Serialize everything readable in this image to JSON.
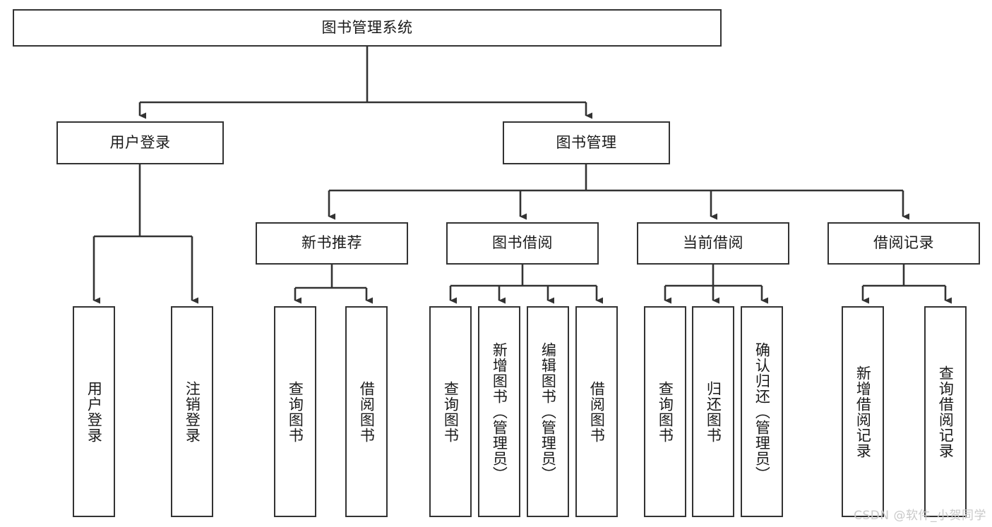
{
  "diagram": {
    "title": "图书管理系统",
    "type": "hierarchy-tree",
    "background_color": "#ffffff",
    "box_border_color": "#333333",
    "edge_color": "#333333",
    "watermark": "CSDN @软件_小贺同学"
  },
  "root": {
    "label": "图书管理系统"
  },
  "level2": [
    {
      "label": "用户登录"
    },
    {
      "label": "图书管理"
    }
  ],
  "level3": [
    {
      "label": "新书推荐"
    },
    {
      "label": "图书借阅"
    },
    {
      "label": "当前借阅"
    },
    {
      "label": "借阅记录"
    }
  ],
  "leaves": {
    "user_login": [
      {
        "label": "用户登录"
      },
      {
        "label": "注销登录"
      }
    ],
    "new_book_recommend": [
      {
        "label": "查询图书"
      },
      {
        "label": "借阅图书"
      }
    ],
    "book_borrow": [
      {
        "label": "查询图书"
      },
      {
        "label": "新增图书（管理员）"
      },
      {
        "label": "编辑图书（管理员）"
      },
      {
        "label": "借阅图书"
      }
    ],
    "current_borrow": [
      {
        "label": "查询图书"
      },
      {
        "label": "归还图书"
      },
      {
        "label": "确认归还（管理员）"
      }
    ],
    "borrow_record": [
      {
        "label": "新增借阅记录"
      },
      {
        "label": "查询借阅记录"
      }
    ]
  }
}
